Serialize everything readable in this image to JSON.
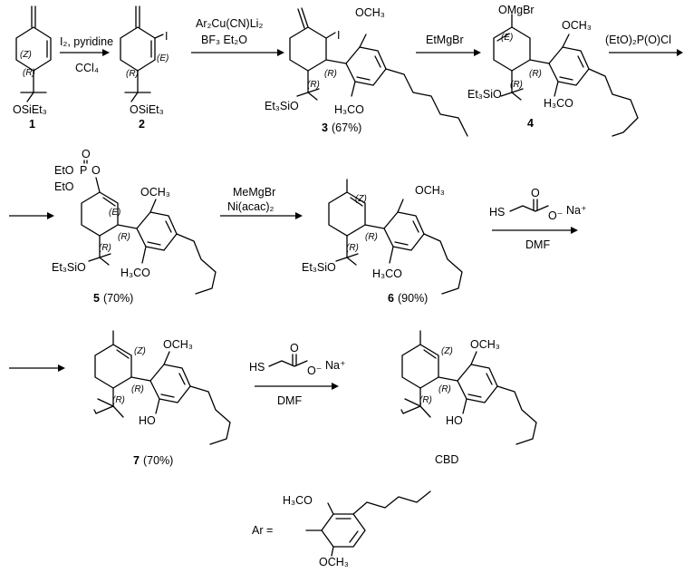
{
  "step1": {
    "compound_id": "1",
    "reagent_top": "I₂, pyridine",
    "reagent_bottom": "CCl₄",
    "stereo_z": "(Z)",
    "stereo_r": "(R)",
    "group": "OSiEt₃"
  },
  "step2": {
    "compound_id": "2",
    "iodo": "I",
    "stereo_e": "(E)",
    "stereo_r": "(R)",
    "group": "OSiEt₃",
    "reagent_top": "Ar₂Cu(CN)Li₂",
    "reagent_bottom": "BF₃ Et₂O"
  },
  "step3": {
    "compound_id": "3",
    "yield": "(67%)",
    "iodo": "I",
    "ome_top": "OCH₃",
    "ome_bottom": "H₃CO",
    "silyl": "Et₃SiO",
    "stereo_r1": "(R)",
    "stereo_r2": "(R)",
    "reagent_top": "EtMgBr"
  },
  "step4": {
    "compound_id": "4",
    "enolate": "OMgBr",
    "stereo_e": "(E)",
    "ome_top": "OCH₃",
    "ome_bottom": "H₃CO",
    "silyl": "Et₃SiO",
    "stereo_r1": "(R)",
    "stereo_r2": "(R)",
    "reagent_top": "(EtO)₂P(O)Cl"
  },
  "step5": {
    "compound_id": "5",
    "yield": "(70%)",
    "phos_eto1": "EtO",
    "phos_p": "P",
    "phos_o": "O",
    "phos_eto2": "EtO",
    "stereo_e": "(E)",
    "ome_top": "OCH₃",
    "ome_bottom": "H₃CO",
    "silyl": "Et₃SiO",
    "stereo_r1": "(R)",
    "stereo_r2": "(R)",
    "reagent_top": "MeMgBr",
    "reagent_bottom": "Ni(acac)₂"
  },
  "step6": {
    "compound_id": "6",
    "yield": "(90%)",
    "stereo_z": "(Z)",
    "ome_top": "OCH₃",
    "ome_bottom": "H₃CO",
    "silyl": "Et₃SiO",
    "stereo_r1": "(R)",
    "stereo_r2": "(R)",
    "reagent_hs": "HS",
    "reagent_o": "O",
    "reagent_ominus": "O⁻",
    "reagent_na": "Na⁺",
    "reagent_solvent": "DMF"
  },
  "step7": {
    "compound_id": "7",
    "yield": "(70%)",
    "stereo_z": "(Z)",
    "ome_top": "OCH₃",
    "ho": "HO",
    "stereo_r1": "(R)",
    "stereo_r2": "(R)",
    "reagent_hs": "HS",
    "reagent_o": "O",
    "reagent_ominus": "O⁻",
    "reagent_na": "Na⁺",
    "reagent_solvent": "DMF"
  },
  "product": {
    "name": "CBD",
    "stereo_z": "(Z)",
    "ome_top": "OCH₃",
    "ho": "HO",
    "stereo_r1": "(R)",
    "stereo_r2": "(R)"
  },
  "ar_legend": {
    "label": "Ar =",
    "ome_top": "H₃CO",
    "ome_bottom": "OCH₃"
  }
}
